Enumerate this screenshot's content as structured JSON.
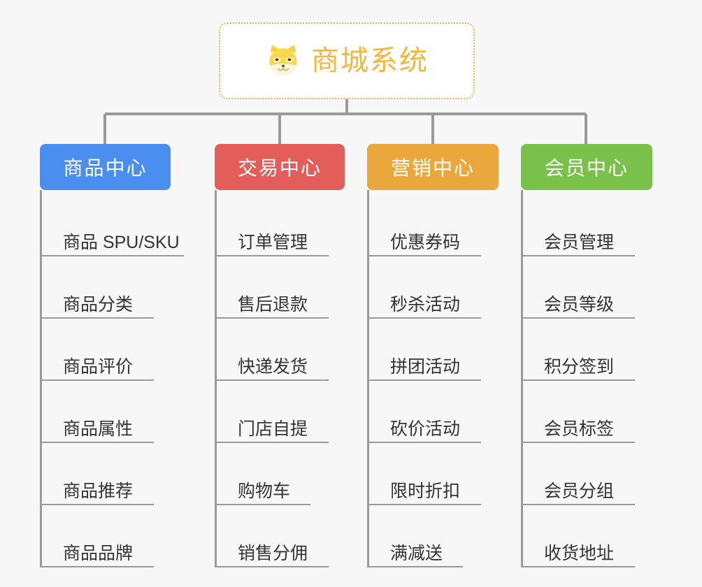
{
  "page": {
    "background_color": "#f7f7f7",
    "type": "mindmap"
  },
  "root": {
    "title": "商城系统",
    "icon": "shiba-dog-face-icon",
    "text_color": "#f2b83c",
    "border_color": "#f0b44a",
    "background_color": "#ffffff"
  },
  "columns": [
    {
      "id": "product-center",
      "label": "商品中心",
      "color": "#4a8ef0",
      "items": [
        {
          "label": "商品 SPU/SKU",
          "underline_width": 206
        },
        {
          "label": "商品分类",
          "underline_width": 163
        },
        {
          "label": "商品评价",
          "underline_width": 163
        },
        {
          "label": "商品属性",
          "underline_width": 163
        },
        {
          "label": "商品推荐",
          "underline_width": 163
        },
        {
          "label": "商品品牌",
          "underline_width": 163
        }
      ]
    },
    {
      "id": "trade-center",
      "label": "交易中心",
      "color": "#e35d5b",
      "items": [
        {
          "label": "订单管理",
          "underline_width": 163
        },
        {
          "label": "售后退款",
          "underline_width": 163
        },
        {
          "label": "快递发货",
          "underline_width": 163
        },
        {
          "label": "门店自提",
          "underline_width": 163
        },
        {
          "label": "购物车",
          "underline_width": 137
        },
        {
          "label": "销售分佣",
          "underline_width": 163
        }
      ]
    },
    {
      "id": "marketing-center",
      "label": "营销中心",
      "color": "#eaa73c",
      "items": [
        {
          "label": "优惠券码",
          "underline_width": 163
        },
        {
          "label": "秒杀活动",
          "underline_width": 163
        },
        {
          "label": "拼团活动",
          "underline_width": 163
        },
        {
          "label": "砍价活动",
          "underline_width": 163
        },
        {
          "label": "限时折扣",
          "underline_width": 163
        },
        {
          "label": "满减送",
          "underline_width": 137
        }
      ]
    },
    {
      "id": "member-center",
      "label": "会员中心",
      "color": "#79c14a",
      "items": [
        {
          "label": "会员管理",
          "underline_width": 163
        },
        {
          "label": "会员等级",
          "underline_width": 163
        },
        {
          "label": "积分签到",
          "underline_width": 163
        },
        {
          "label": "会员标签",
          "underline_width": 163
        },
        {
          "label": "会员分组",
          "underline_width": 163
        },
        {
          "label": "收货地址",
          "underline_width": 163
        }
      ]
    }
  ],
  "connector": {
    "color": "#9a9a9a"
  }
}
